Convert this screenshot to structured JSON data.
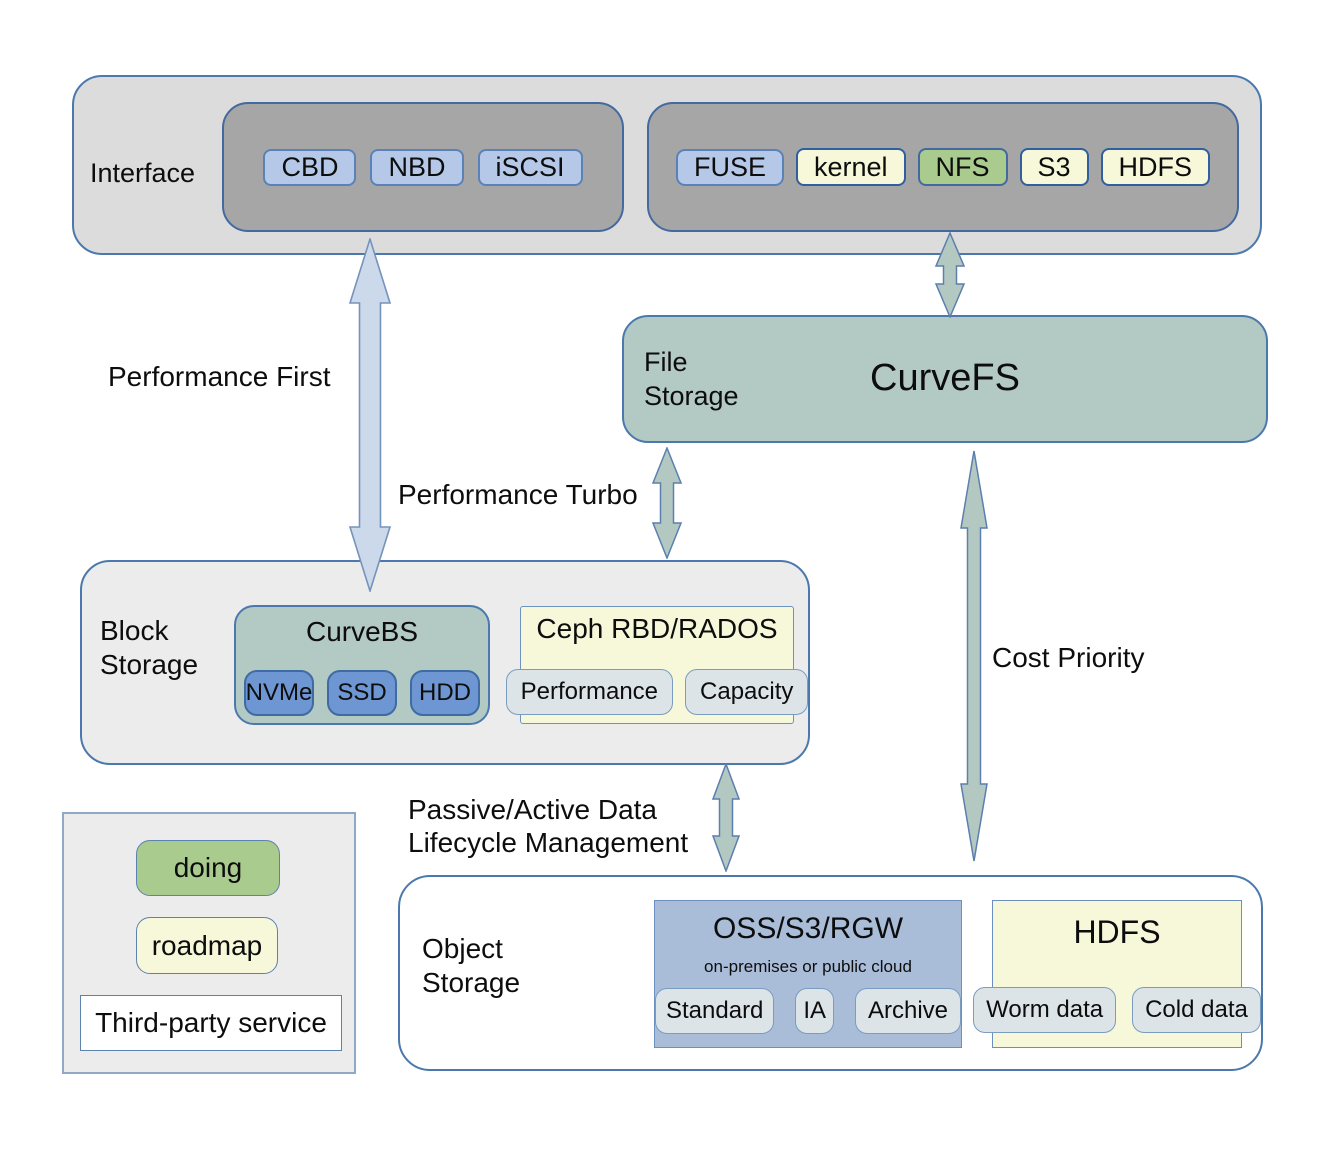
{
  "interface": {
    "label": "Interface",
    "block_chips": [
      "CBD",
      "NBD",
      "iSCSI"
    ],
    "file_chips": [
      "FUSE",
      "kernel",
      "NFS",
      "S3",
      "HDFS"
    ]
  },
  "file_storage": {
    "label": "File Storage",
    "product": "CurveFS"
  },
  "arrows": {
    "performance_first": "Performance First",
    "performance_turbo": "Performance Turbo",
    "cost_priority": "Cost Priority",
    "lifecycle": "Passive/Active Data Lifecycle Management"
  },
  "block_storage": {
    "label": "Block Storage",
    "curvebs": {
      "title": "CurveBS",
      "chips": [
        "NVMe",
        "SSD",
        "HDD"
      ]
    },
    "ceph": {
      "title": "Ceph RBD/RADOS",
      "chips": [
        "Performance",
        "Capacity"
      ]
    }
  },
  "object_storage": {
    "label": "Object Storage",
    "oss": {
      "title": "OSS/S3/RGW",
      "subtitle": "on-premises or public cloud",
      "chips": [
        "Standard",
        "IA",
        "Archive"
      ]
    },
    "hdfs": {
      "title": "HDFS",
      "chips": [
        "Worm data",
        "Cold data"
      ]
    }
  },
  "legend": {
    "doing": "doing",
    "roadmap": "roadmap",
    "third_party": "Third-party service"
  },
  "colors": {
    "group_bg": "#dcdcdc",
    "inner_group_bg": "#a6a6a6",
    "blue_chip": "#b5c8e8",
    "cream_chip": "#f7f7d9",
    "green_chip": "#a9cb8e",
    "teal_box": "#b3c9c3",
    "panel_gray": "#ececec",
    "oss_blue": "#a9bdd9",
    "sub_chip_gray": "#dce4e7",
    "medium_blue_chip": "#6e96d2",
    "border_blue": "#4b79ae",
    "arrow_blue_fill": "#ccd9eb",
    "arrow_green_fill": "#b4c8c2"
  }
}
